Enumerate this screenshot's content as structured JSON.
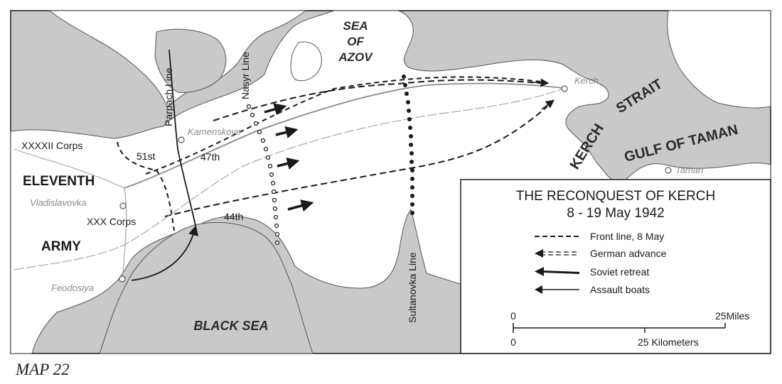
{
  "colors": {
    "water": "#c9c9c9",
    "land": "#ffffff",
    "ink": "#1a1a1a",
    "road": "#a8a8a8",
    "town": "#8a8a8a"
  },
  "seas": {
    "sea_of_azov_line1": "SEA",
    "sea_of_azov_line2": "OF",
    "sea_of_azov_line3": "AZOV",
    "black_sea": "BLACK SEA",
    "kerch_strait_1": "KERCH",
    "kerch_strait_2": "STRAIT",
    "gulf_of_taman": "GULF OF TAMAN"
  },
  "towns": {
    "kerch": "Kerch",
    "kamenskoye": "Kamenskoye",
    "vladislavovka": "Vladislavovka",
    "feodosiya": "Feodosiya",
    "taman": "Taman"
  },
  "lines": {
    "parpach": "Parpach Line",
    "nasyr": "Nasyr Line",
    "sultanovka": "Sultanovka Line"
  },
  "units": {
    "xxxxii_corps": "XXXXII Corps",
    "xxx_corps": "XXX Corps",
    "eleventh": "ELEVENTH",
    "army": "ARMY",
    "div_51": "51st",
    "div_47": "47th",
    "div_44": "44th"
  },
  "legend": {
    "title_line1": "THE RECONQUEST OF KERCH",
    "title_line2": "8 - 19 May 1942",
    "items": [
      {
        "label": "Front line, 8 May",
        "icon": "dashed-line-icon"
      },
      {
        "label": "German advance",
        "icon": "double-dashed-arrow-icon"
      },
      {
        "label": "Soviet retreat",
        "icon": "tapered-arrow-icon"
      },
      {
        "label": "Assault boats",
        "icon": "thin-arrow-icon"
      }
    ]
  },
  "scale": {
    "miles_zero": "0",
    "miles_end": "25Miles",
    "km_zero": "0",
    "km_label": "25 Kilometers"
  },
  "caption": "MAP 22"
}
